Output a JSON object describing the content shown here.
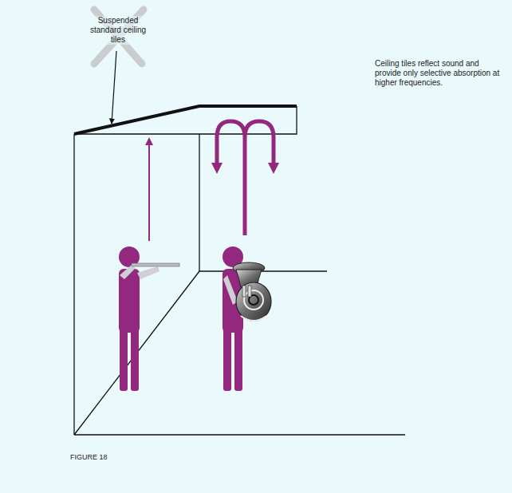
{
  "diagram": {
    "caption": "FIGURE 18",
    "labels": [
      "Suspended standard ceiling tiles",
      "Ceiling tiles reflect sound and provide only selective absorption at higher frequencies."
    ]
  }
}
